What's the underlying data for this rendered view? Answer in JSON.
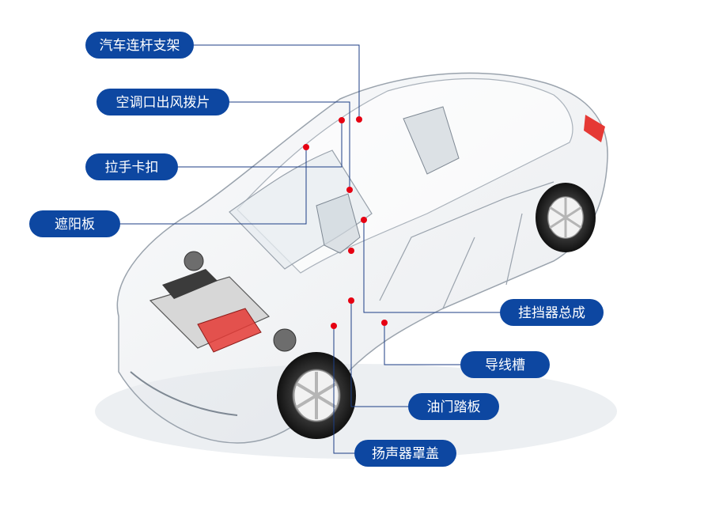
{
  "colors": {
    "label_bg": "#0d47a1",
    "label_text": "#ffffff",
    "leader_line": "#1c3e86",
    "marker_dot": "#e60012"
  },
  "labels": {
    "car_link_bracket": "汽车连杆支架",
    "ac_vent_blade": "空调口出风拨片",
    "grab_handle_clip": "拉手卡扣",
    "sun_visor": "遮阳板",
    "gear_shifter_assembly": "挂挡器总成",
    "wire_duct": "导线槽",
    "accelerator_pedal": "油门踏板",
    "speaker_cover": "扬声器罩盖"
  }
}
